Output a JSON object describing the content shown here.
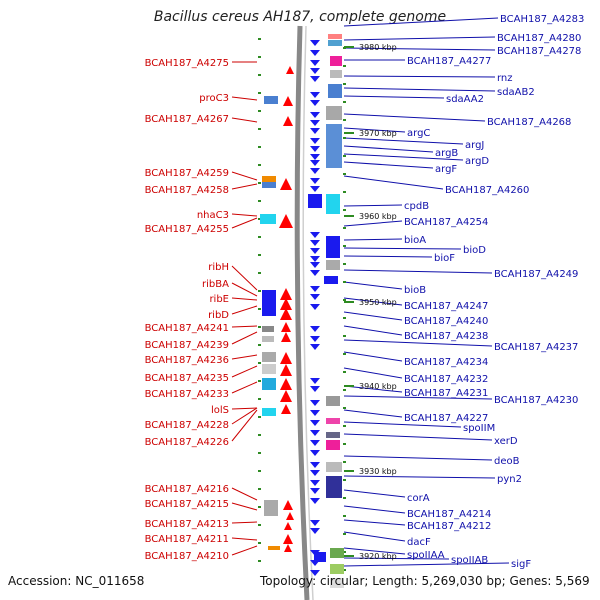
{
  "title": "Bacillus cereus AH187, complete genome",
  "accession": "Accession: NC_011658",
  "topology": "Topology: circular; Length: 5,269,030 bp; Genes: 5,569",
  "colors": {
    "left_label": "#cc0000",
    "right_label": "#1010aa",
    "reverse_gene": "#1a1aee",
    "forward_gene": "#ff0000",
    "backbone": "#888888",
    "tick": "#2e8b22"
  },
  "kbp_marks": [
    "3980 kbp",
    "3970 kbp",
    "3960 kbp",
    "3950 kbp",
    "3940 kbp",
    "3930 kbp",
    "3920 kbp"
  ],
  "left_labels": [
    "BCAH187_A4275",
    "proC3",
    "BCAH187_A4267",
    "BCAH187_A4259",
    "BCAH187_A4258",
    "nhaC3",
    "BCAH187_A4255",
    "ribH",
    "ribBA",
    "ribE",
    "ribD",
    "BCAH187_A4241",
    "BCAH187_A4239",
    "BCAH187_A4236",
    "BCAH187_A4235",
    "BCAH187_A4233",
    "lolS",
    "BCAH187_A4228",
    "BCAH187_A4226",
    "BCAH187_A4216",
    "BCAH187_A4215",
    "BCAH187_A4213",
    "BCAH187_A4211",
    "BCAH187_A4210"
  ],
  "right_labels": [
    "BCAH187_A4283",
    "BCAH187_A4280",
    "BCAH187_A4278",
    "BCAH187_A4277",
    "rnz",
    "sdaAB2",
    "sdaAA2",
    "BCAH187_A4268",
    "argC",
    "argJ",
    "argB",
    "argD",
    "argF",
    "BCAH187_A4260",
    "cpdB",
    "BCAH187_A4254",
    "bioA",
    "bioD",
    "bioF",
    "BCAH187_A4249",
    "bioB",
    "BCAH187_A4247",
    "BCAH187_A4240",
    "BCAH187_A4238",
    "BCAH187_A4237",
    "BCAH187_A4234",
    "BCAH187_A4232",
    "BCAH187_A4231",
    "BCAH187_A4230",
    "BCAH187_A4227",
    "spoIIM",
    "xerD",
    "deoB",
    "pyn2",
    "corA",
    "BCAH187_A4214",
    "BCAH187_A4212",
    "dacF",
    "spoIIAA",
    "spoIIAB",
    "sigF"
  ]
}
